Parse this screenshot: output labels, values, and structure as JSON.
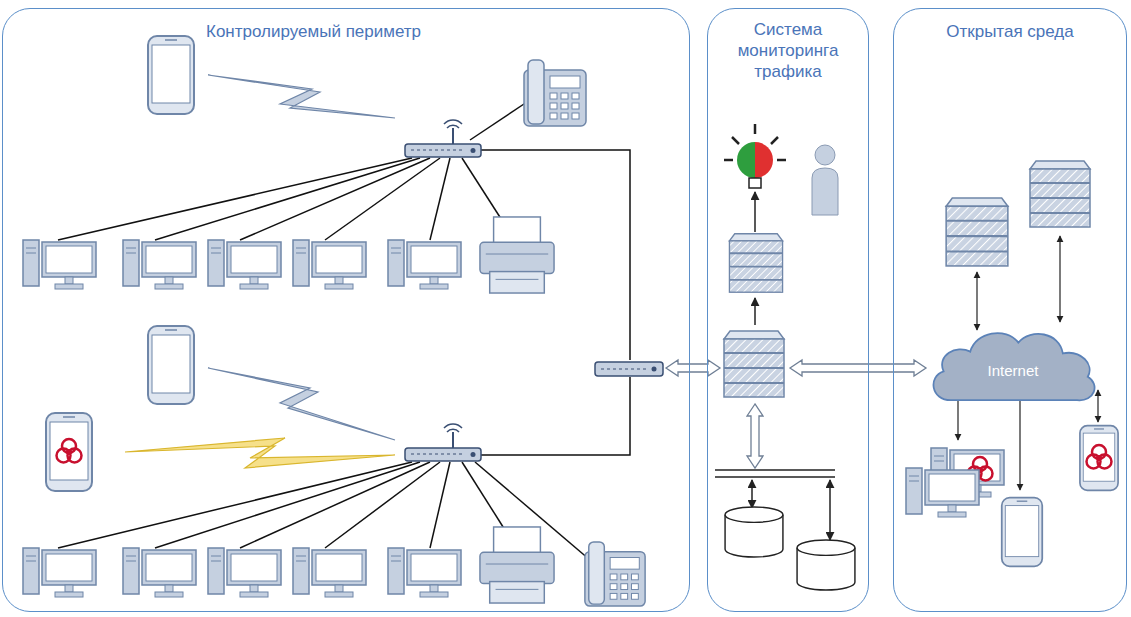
{
  "diagram": {
    "nodes": [
      {
        "text": [
          "Контролируемый периметр"
        ]
      },
      {
        "text": [
          "Система мониторинга трафика"
        ]
      },
      {
        "text": [
          "Открытая среда"
        ]
      },
      {
        "text": [
          "Internet"
        ],
        "in": 2
      }
    ]
  }
}
